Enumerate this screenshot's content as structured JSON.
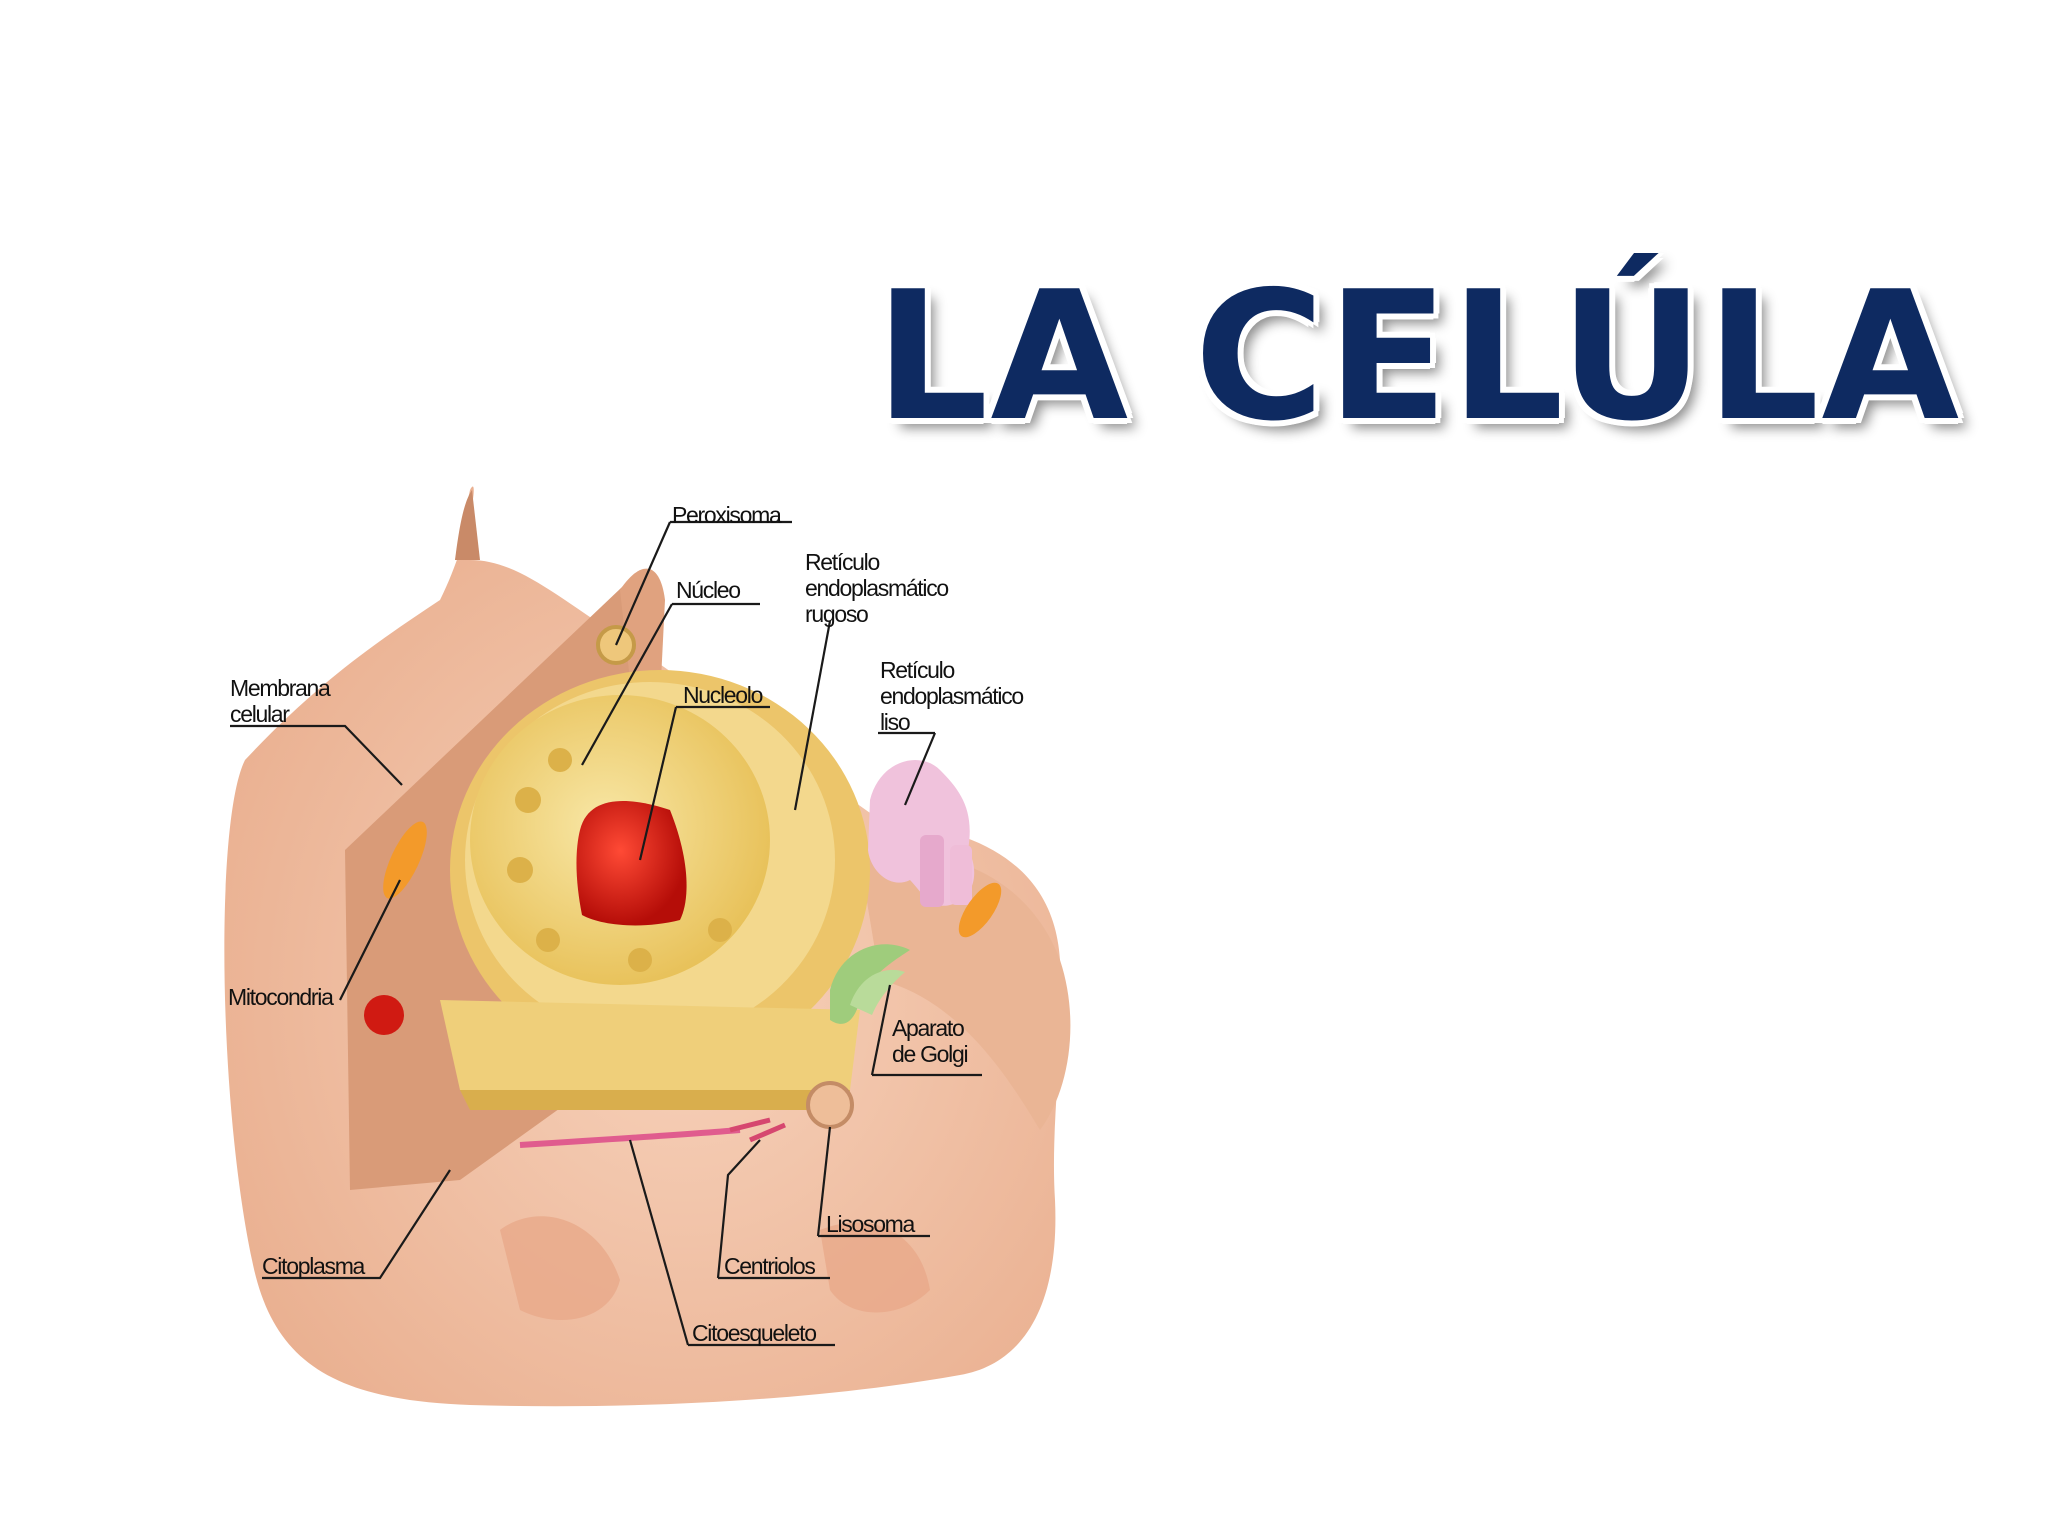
{
  "slide": {
    "title": "LA CELÚLA"
  },
  "diagram": {
    "labels": {
      "peroxisoma": "Peroxisoma",
      "nucleo": "Núcleo",
      "reticulo_rugoso_1": "Retículo",
      "reticulo_rugoso_2": "endoplasmático",
      "reticulo_rugoso_3": "rugoso",
      "membrana_1": "Membrana",
      "membrana_2": "celular",
      "nucleolo": "Nucleolo",
      "reticulo_liso_1": "Retículo",
      "reticulo_liso_2": "endoplasmático",
      "reticulo_liso_3": "liso",
      "mitocondria": "Mitocondria",
      "golgi_1": "Aparato",
      "golgi_2": "de Golgi",
      "lisosoma": "Lisosoma",
      "citoplasma": "Citoplasma",
      "centriolos": "Centriolos",
      "citoesqueleto": "Citoesqueleto"
    },
    "colors": {
      "title": "#0e2a61",
      "cytoplasm": "#f2c3a6",
      "membrane_section": "#d99b78",
      "nucleus": "#f2d37a",
      "nucleolus": "#d91b12",
      "er_smooth": "#f0c2dc",
      "golgi": "#9fcc7c",
      "mitochondria": "#f39a2a"
    }
  }
}
